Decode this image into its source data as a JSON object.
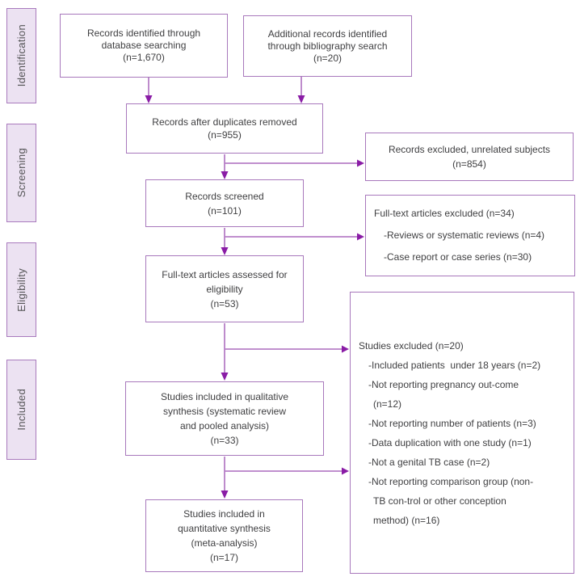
{
  "stages": [
    {
      "label": "Identification"
    },
    {
      "label": "Screening"
    },
    {
      "label": "Eligibility"
    },
    {
      "label": "Included"
    }
  ],
  "boxes": {
    "db_search": {
      "lines": [
        "Records identified through",
        "database searching",
        "(n=1,670)"
      ]
    },
    "bib_search": {
      "lines": [
        "Additional records identified",
        "through bibliography search",
        "(n=20)"
      ]
    },
    "after_duplicates": {
      "lines": [
        "Records after duplicates removed",
        "(n=955)"
      ]
    },
    "records_excluded": {
      "lines": [
        "Records excluded, unrelated subjects",
        "(n=854)"
      ]
    },
    "records_screened": {
      "lines": [
        "Records screened",
        "(n=101)"
      ]
    },
    "fulltext_excluded": {
      "lines": [
        "Full-text articles excluded (n=34)",
        "-Reviews or systematic reviews (n=4)",
        "-Case report or case series (n=30)"
      ]
    },
    "fulltext_assessed": {
      "lines": [
        "Full-text articles assessed for",
        "eligibility",
        "(n=53)"
      ]
    },
    "studies_excluded": {
      "lines": [
        "Studies excluded (n=20)",
        "-Included patients  under 18 years (n=2)",
        "-Not reporting pregnancy out-come",
        "(n=12)",
        "-Not reporting number of patients (n=3)",
        "-Data duplication with one study (n=1)",
        "-Not a genital TB case (n=2)",
        "-Not reporting comparison group (non-",
        "TB con-trol or other conception",
        "method) (n=16)"
      ]
    },
    "qualitative": {
      "lines": [
        "Studies included in qualitative",
        "synthesis (systematic review",
        "and pooled analysis)",
        "(n=33)"
      ]
    },
    "quantitative": {
      "lines": [
        "Studies included in",
        "quantitative synthesis",
        "(meta-analysis)",
        "(n=17)"
      ]
    }
  },
  "counts": {
    "database_searching": "1,670",
    "bibliography_search": "20",
    "after_duplicates": "955",
    "records_excluded": "854",
    "records_screened": "101",
    "fulltext_excluded": "34",
    "fulltext_assessed": "53",
    "studies_excluded": "20",
    "qualitative_synthesis": "33",
    "quantitative_synthesis": "17"
  },
  "colors": {
    "box_border": "#a878bc",
    "stage_fill": "#ece2f2",
    "arrow_line": "#b77fc7",
    "arrow_head": "#8a1ca6",
    "text": "#3f3f41"
  }
}
